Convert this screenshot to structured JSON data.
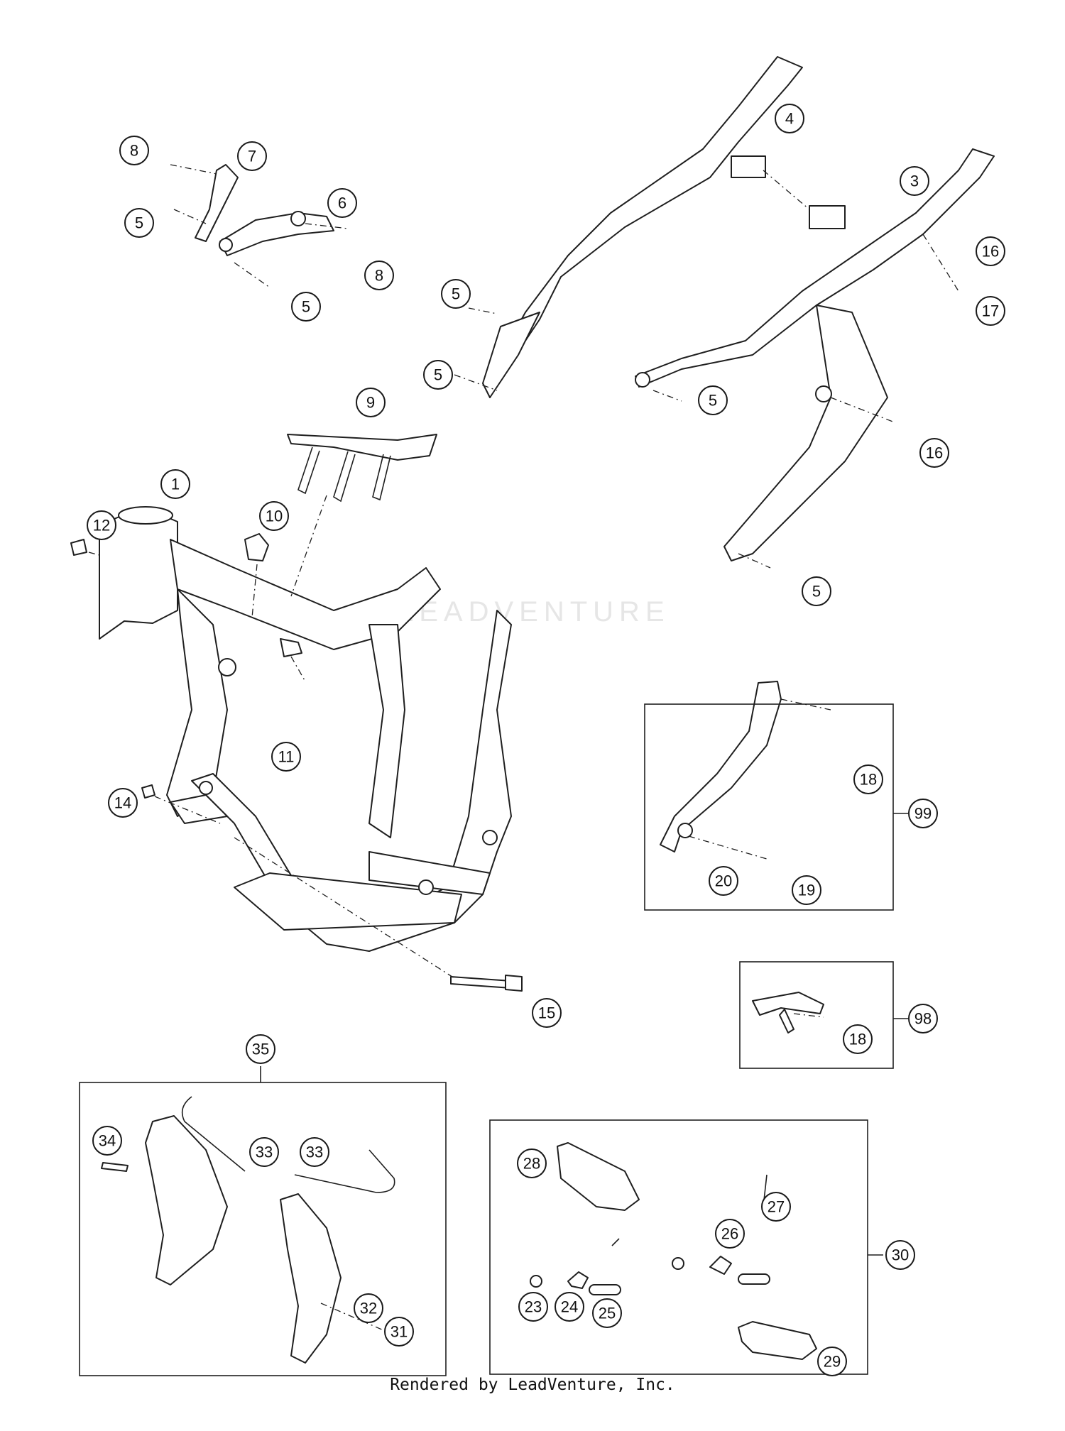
{
  "footer": "Rendered by LeadVenture, Inc.",
  "watermark": "LEADVENTURE",
  "callouts": [
    {
      "label": "1"
    },
    {
      "label": "12"
    },
    {
      "label": "10"
    },
    {
      "label": "9"
    },
    {
      "label": "11"
    },
    {
      "label": "14"
    },
    {
      "label": "15"
    },
    {
      "label": "8"
    },
    {
      "label": "7"
    },
    {
      "label": "5"
    },
    {
      "label": "6"
    },
    {
      "label": "8"
    },
    {
      "label": "5"
    },
    {
      "label": "4"
    },
    {
      "label": "3"
    },
    {
      "label": "16"
    },
    {
      "label": "5"
    },
    {
      "label": "17"
    },
    {
      "label": "5"
    },
    {
      "label": "5"
    },
    {
      "label": "16"
    },
    {
      "label": "5"
    },
    {
      "label": "18"
    },
    {
      "label": "99"
    },
    {
      "label": "20"
    },
    {
      "label": "19"
    },
    {
      "label": "98"
    },
    {
      "label": "18"
    },
    {
      "label": "35"
    },
    {
      "label": "34"
    },
    {
      "label": "33"
    },
    {
      "label": "33"
    },
    {
      "label": "32"
    },
    {
      "label": "31"
    },
    {
      "label": "28"
    },
    {
      "label": "27"
    },
    {
      "label": "26"
    },
    {
      "label": "30"
    },
    {
      "label": "23"
    },
    {
      "label": "24"
    },
    {
      "label": "25"
    },
    {
      "label": "29"
    }
  ]
}
